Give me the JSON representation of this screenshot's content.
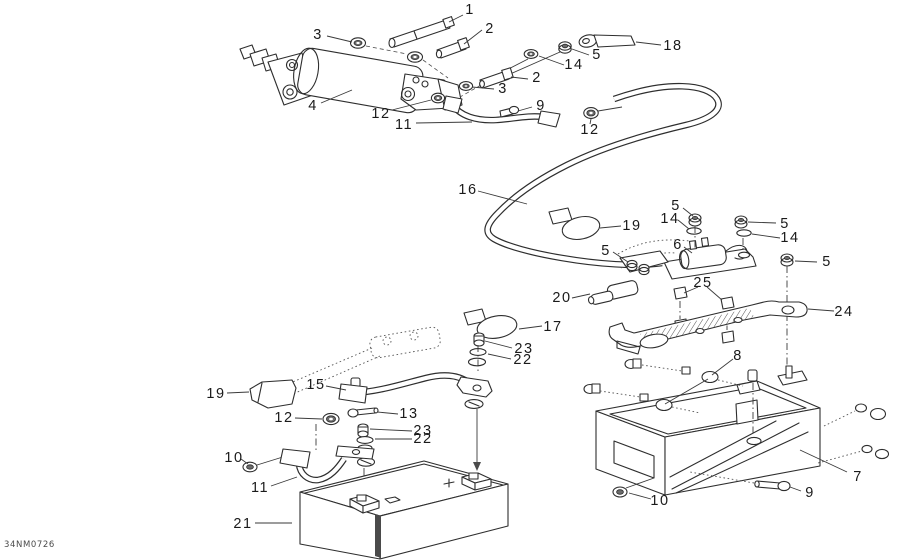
{
  "drawing_code": "34NM0726",
  "colors": {
    "background": "#ffffff",
    "line": "#2e2e2e",
    "label": "#1a1a1a"
  },
  "diagram_type": "exploded-parts-diagram",
  "callouts": [
    {
      "label": "1"
    },
    {
      "label": "2"
    },
    {
      "label": "3"
    },
    {
      "label": "18"
    },
    {
      "label": "5"
    },
    {
      "label": "14"
    },
    {
      "label": "2"
    },
    {
      "label": "3"
    },
    {
      "label": "4"
    },
    {
      "label": "9"
    },
    {
      "label": "12"
    },
    {
      "label": "11"
    },
    {
      "label": "12"
    },
    {
      "label": "16"
    },
    {
      "label": "19"
    },
    {
      "label": "5"
    },
    {
      "label": "14"
    },
    {
      "label": "5"
    },
    {
      "label": "14"
    },
    {
      "label": "6"
    },
    {
      "label": "5"
    },
    {
      "label": "5"
    },
    {
      "label": "25"
    },
    {
      "label": "24"
    },
    {
      "label": "20"
    },
    {
      "label": "17"
    },
    {
      "label": "23"
    },
    {
      "label": "22"
    },
    {
      "label": "15"
    },
    {
      "label": "19"
    },
    {
      "label": "12"
    },
    {
      "label": "13"
    },
    {
      "label": "23"
    },
    {
      "label": "22"
    },
    {
      "label": "10"
    },
    {
      "label": "11"
    },
    {
      "label": "21"
    },
    {
      "label": "8"
    },
    {
      "label": "7"
    },
    {
      "label": "9"
    },
    {
      "label": "10"
    }
  ]
}
